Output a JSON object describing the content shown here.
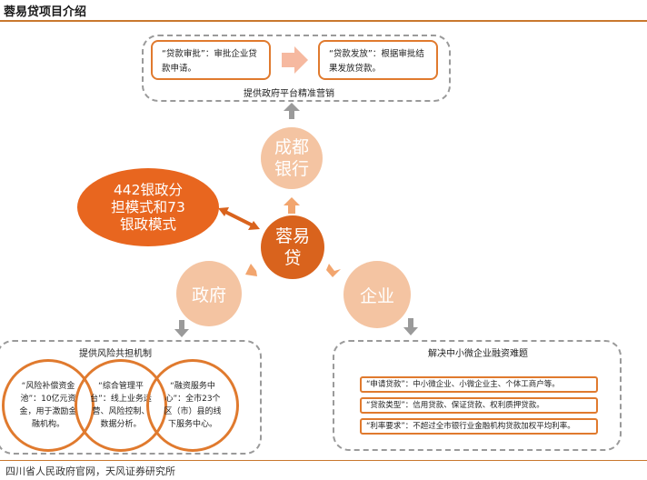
{
  "page": {
    "title": "蓉易贷项目介绍",
    "footer": "四川省人民政府官网，天风证券研究所"
  },
  "top_section": {
    "box_left": "“贷款审批”：审批企业贷款申请。",
    "box_right": "“贷款发放”：根据审批结果发放贷款。",
    "caption": "提供政府平台精准营销"
  },
  "circles": {
    "bank": [
      "成都",
      "银行"
    ],
    "center": [
      "蓉易",
      "贷"
    ],
    "government": "政府",
    "enterprise": "企业",
    "model": [
      "442银政分",
      "担模式和73",
      "银政模式"
    ]
  },
  "risk_section": {
    "caption": "提供风险共担机制",
    "items": [
      "“风险补偿资金池”：10亿元资金，用于激励金融机构。",
      "“综合管理平台”：线上业务运营、风险控制、数据分析。",
      "“融资服务中心”：全市23个区（市）县的线下服务中心。"
    ]
  },
  "solution_section": {
    "caption": "解决中小微企业融资难题",
    "rows": [
      "“申请贷款”：中小微企业、小微企业主、个体工商户等。",
      "“贷款类型”：信用贷款、保证贷款、权利质押贷款。",
      "“利率要求”：不超过全市银行业金融机构贷款加权平均利率。"
    ]
  },
  "colors": {
    "accent_orange": "#d9631d",
    "light_orange": "#f4c4a2",
    "border_orange": "#e07a2e",
    "arrow_grey": "#9a9a9a"
  }
}
